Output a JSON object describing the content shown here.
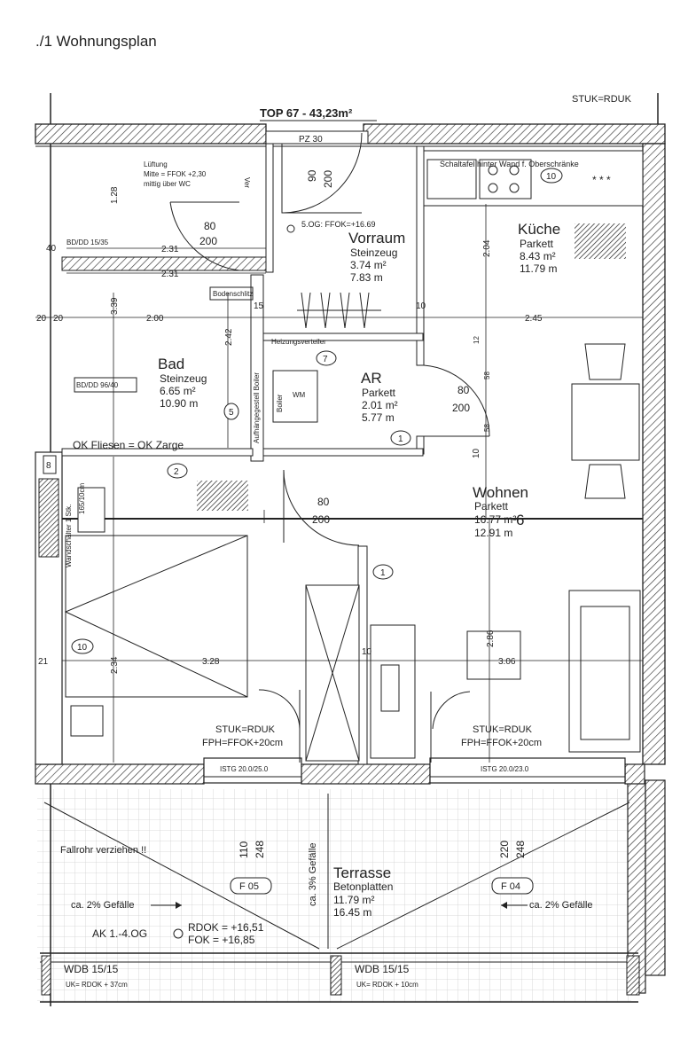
{
  "doc_title": "./1 Wohnungsplan",
  "header": {
    "top_label": "TOP 67 - 43,23m²",
    "stuk_label": "STUK=RDUK",
    "door_pz": "PZ 30"
  },
  "rooms": {
    "vorraum": {
      "name": "Vorraum",
      "floor": "Steinzeug",
      "area": "3.74 m²",
      "perimeter": "7.83 m",
      "sog": "5.OG: FFOK=+16.69"
    },
    "kueche": {
      "name": "Küche",
      "floor": "Parkett",
      "area": "8.43 m²",
      "perimeter": "11.79 m",
      "note": "Schaltafel hinter Wand f. Oberschränke"
    },
    "bad": {
      "name": "Bad",
      "floor": "Steinzeug",
      "area": "6.65 m²",
      "perimeter": "10.90 m",
      "bd1": "BD/DD 15/35",
      "bd2": "BD/DD 96/40"
    },
    "ar": {
      "name": "AR",
      "floor": "Parkett",
      "area": "2.01 m²",
      "perimeter": "5.77 m",
      "heizung": "Heizungsverteiler",
      "boiler": "Boiler",
      "wm": "WM",
      "aufhang": "Aufhängegestell Boiler"
    },
    "wohnen": {
      "name": "Wohnen",
      "floor": "Parkett",
      "area": "16.77 m²",
      "perimeter": "12.91 m",
      "six": "6"
    },
    "terrasse": {
      "name": "Terrasse",
      "floor": "Betonplatten",
      "area": "11.79 m²",
      "perimeter": "16.45 m"
    }
  },
  "notes": {
    "lueftung": [
      "Lüftung",
      "Mitte = FFOK +2,30",
      "mittig über WC"
    ],
    "ok_fliesen": "OK Fliesen = OK Zarge",
    "bodenschlitz": "Bodenschlitz",
    "wandschalter": "Wandschalter 1 Stk.",
    "falltohr": "Fallrohr verziehen !!",
    "gef_left": "ca. 2% Gefälle",
    "gef_right": "ca. 2% Gefälle",
    "gef_mid": "ca. 3% Gefälle",
    "ak": "AK 1.-4.OG",
    "rdok": "RDOK = +16,51",
    "fok": "FOK = +16,85",
    "stuk_left": "STUK=RDUK",
    "fph_left": "FPH=FFOK+20cm",
    "stuk_right": "STUK=RDUK",
    "fph_right": "FPH=FFOK+20cm",
    "istg_left": "ISTG 20.0/25.0",
    "istg_right": "ISTG 20.0/23.0",
    "wdb_left": "WDB 15/15",
    "uk_left": "UK= RDOK + 37cm",
    "wdb_right": "WDB 15/15",
    "uk_right": "UK= RDOK + 10cm",
    "f05": "F 05",
    "f04": "F 04",
    "stars": "* * *",
    "ver": "Ver"
  },
  "markers": [
    "10",
    "7",
    "5",
    "1",
    "2",
    "1",
    "10",
    "8"
  ],
  "dimensions": {
    "d_80a": "80",
    "d_200a": "200",
    "d_80b": "80",
    "d_200b": "200",
    "d_80c": "80",
    "d_200c": "200",
    "d_90": "90",
    "d_200v": "200",
    "d_231a": "2.31",
    "d_231b": "2.31",
    "d_200h": "2.00",
    "d_245": "2.45",
    "d_328": "3.28",
    "d_306": "3.06",
    "d_204": "2.04",
    "d_286": "2.86",
    "d_339": "3.39",
    "d_242": "2.42",
    "d_234": "2.34",
    "d_128": "1.28",
    "d_15": "15",
    "d_10a": "10",
    "d_10b": "10",
    "d_10c": "10",
    "d_20a": "20",
    "d_20b": "20",
    "d_40": "40",
    "d_21": "21",
    "d_110": "110",
    "d_248a": "248",
    "d_220": "220",
    "d_248b": "248",
    "d_12": "12",
    "d_58a": "58",
    "d_58b": "58",
    "d_165": "165/10cm"
  }
}
